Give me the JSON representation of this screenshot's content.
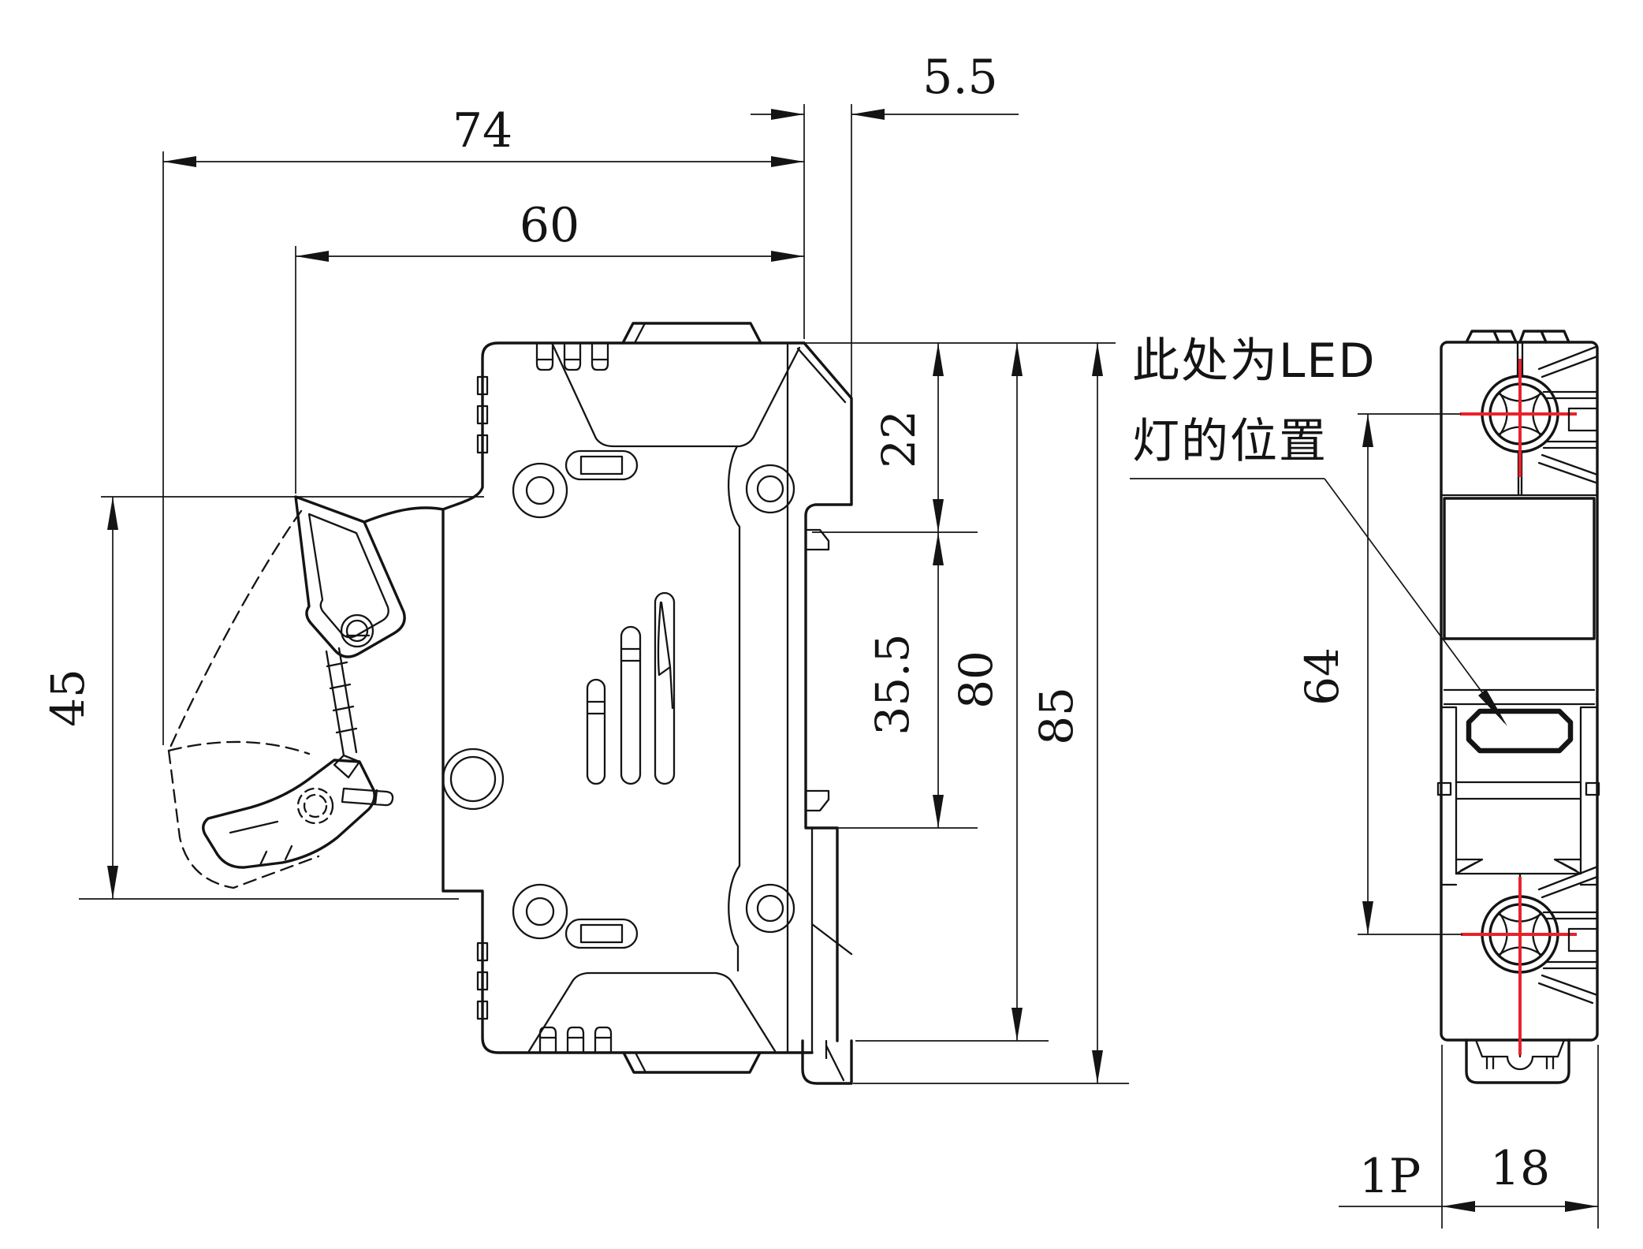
{
  "drawing": {
    "colors": {
      "line": "#141414",
      "accent": "#e8232a",
      "background": "#ffffff"
    },
    "note": {
      "line1": "此处为LED",
      "line2": "灯的位置"
    },
    "dims": {
      "overall_depth": "74",
      "upper_depth": "60",
      "din_offset": "5.5",
      "handle_height": "45",
      "top_to_rail": "22",
      "rail_groove": "35.5",
      "mount_depth": "80",
      "total_depth": "85",
      "screw_spacing": "64",
      "module_width": "18",
      "pole_label": "1P"
    }
  }
}
